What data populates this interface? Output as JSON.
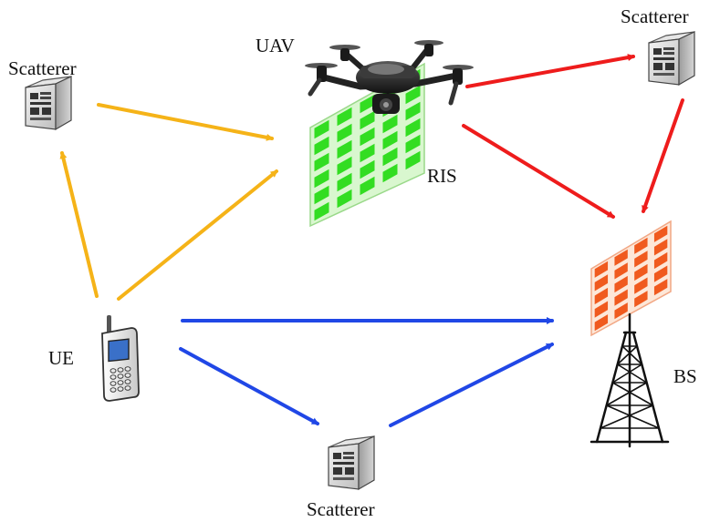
{
  "labels": {
    "scatterer_left": "Scatterer",
    "scatterer_right": "Scatterer",
    "scatterer_bottom": "Scatterer",
    "uav": "UAV",
    "ris": "RIS",
    "ue": "UE",
    "bs": "BS"
  },
  "colors": {
    "orange_links": "#F5B318",
    "red_links": "#EE1C1C",
    "blue_links": "#2047E6",
    "ris_green": "#33DD22",
    "bs_orange": "#F05A1E"
  },
  "icons": {
    "uav": "drone-icon",
    "ris": "ris-panel-icon",
    "ue": "mobile-phone-icon",
    "bs": "cell-tower-icon",
    "scatterer": "server-box-icon"
  }
}
